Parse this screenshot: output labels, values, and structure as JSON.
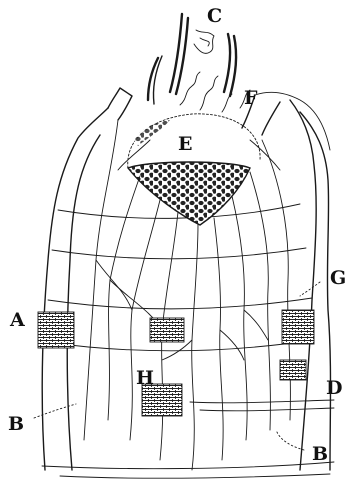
{
  "labels": {
    "A": "A",
    "B_left": "B",
    "B_right": "B",
    "C": "C",
    "D": "D",
    "E": "E",
    "F": "F",
    "G": "G",
    "H": "H"
  },
  "colors": {
    "ink": "#1a1a1a",
    "paper": "#ffffff"
  }
}
